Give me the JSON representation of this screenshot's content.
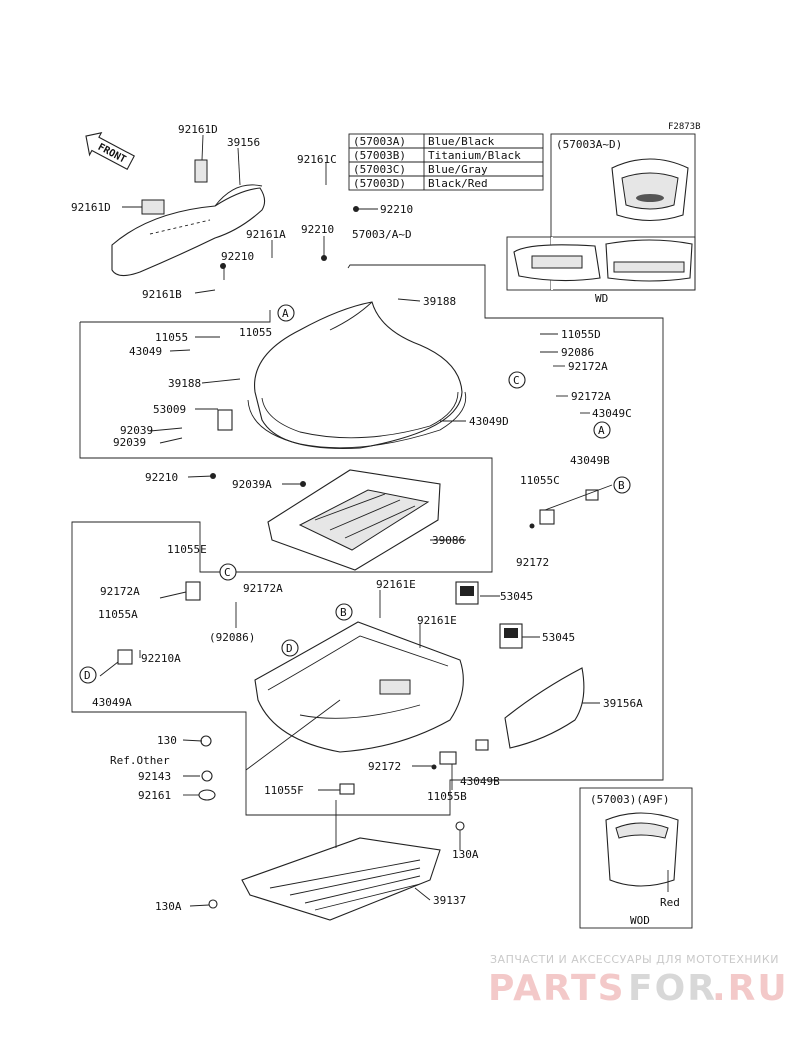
{
  "diagram_code": "F2873B",
  "front_label": "FRONT",
  "color_table": [
    {
      "code": "(57003A)",
      "color": "Blue/Black"
    },
    {
      "code": "(57003B)",
      "color": "Titanium/Black"
    },
    {
      "code": "(57003C)",
      "color": "Blue/Gray"
    },
    {
      "code": "(57003D)",
      "color": "Black/Red"
    }
  ],
  "inset_wd": {
    "title": "(57003A~D)",
    "caption": "WD"
  },
  "inset_wod": {
    "title": "(57003)(A9F)",
    "color_note": "Red",
    "caption": "WOD"
  },
  "callout_letters": {
    "a": "A",
    "b": "B",
    "c": "C",
    "d": "D"
  },
  "labels": {
    "l92161D_top": "92161D",
    "l39156": "39156",
    "l92161C": "92161C",
    "l92210_a": "92210",
    "l92161D_left": "92161D",
    "l92161A": "92161A",
    "l92210_b": "92210",
    "l57003": "57003/A~D",
    "l92210_c": "92210",
    "l92161B": "92161B",
    "l39188_a": "39188",
    "l11055_a": "11055",
    "l11055_b": "11055",
    "l43049": "43049",
    "l11055D": "11055D",
    "l92086": "92086",
    "l92172A_a": "92172A",
    "l39188_b": "39188",
    "l92172A_b": "92172A",
    "l53009": "53009",
    "l43049C": "43049C",
    "l92039_a": "92039",
    "l92039_b": "92039",
    "l43049D": "43049D",
    "l92210_d": "92210",
    "l92039A": "92039A",
    "l43049B_a": "43049B",
    "l11055C": "11055C",
    "l39086": "39086",
    "l92172_a": "92172",
    "l11055E": "11055E",
    "l92161E_a": "92161E",
    "l92172A_c": "92172A",
    "l92172A_d": "92172A",
    "l53045_a": "53045",
    "l92161E_b": "92161E",
    "l11055A": "11055A",
    "l92086p": "(92086)",
    "l53045_b": "53045",
    "l92210A": "92210A",
    "l43049A": "43049A",
    "l39156A": "39156A",
    "l130": "130",
    "lRefOther": "Ref.Other",
    "l92143": "92143",
    "l92172_b": "92172",
    "l43049B_b": "43049B",
    "l92161": "92161",
    "l11055F": "11055F",
    "l11055B": "11055B",
    "l130A_a": "130A",
    "l130A_b": "130A",
    "l39137": "39137"
  },
  "watermark": {
    "line1": "ЗАПЧАСТИ И АКСЕССУАРЫ ДЛЯ МОТОТЕХНИКИ",
    "brand_a": "PARTS",
    "brand_b": "FOR",
    "brand_c": ".RU"
  }
}
